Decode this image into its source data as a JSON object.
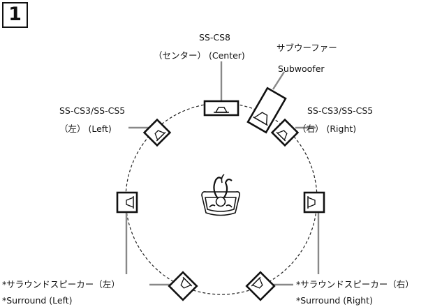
{
  "step_number": "1",
  "labels": {
    "center_model": "SS-CS8",
    "center_name": "（センター） (Center)",
    "subwoofer_jp": "サブウーファー",
    "subwoofer_en": "Subwoofer",
    "left_model": "SS-CS3/SS-CS5",
    "left_name": "（左） (Left)",
    "right_model": "SS-CS3/SS-CS5",
    "right_name": "（右） (Right)",
    "surround_left_jp": "*サラウンドスピーカー（左）",
    "surround_left_en": "*Surround (Left)",
    "surround_right_jp": "*サラウンドスピーカー（右）",
    "surround_right_en": "*Surround (Right)"
  },
  "colors": {
    "line": "#111111",
    "leader": "#888888"
  }
}
